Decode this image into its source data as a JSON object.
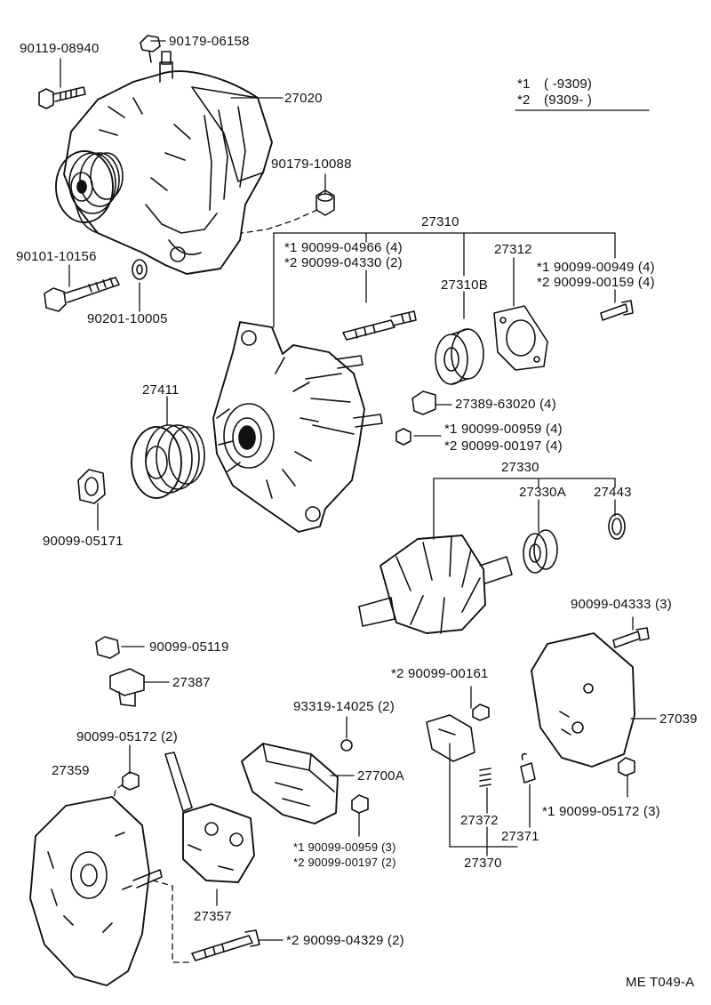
{
  "legend": {
    "row1_mark": "*1",
    "row1_range": "(        -9309)",
    "row2_mark": "*2",
    "row2_range": "(9309-        )"
  },
  "labels": {
    "p90119_08940": "90119-08940",
    "p90179_06158": "90179-06158",
    "p27020": "27020",
    "p90179_10088": "90179-10088",
    "p27310": "27310",
    "p27312": "27312",
    "p90099_04966": "*1  90099-04966 (4)",
    "p90099_04330": "*2  90099-04330 (2)",
    "p90099_00949": "*1  90099-00949 (4)",
    "p90099_00159": "*2  90099-00159 (4)",
    "p90101_10156": "90101-10156",
    "p90201_10005": "90201-10005",
    "p27310B": "27310B",
    "p27389_63020": "27389-63020 (4)",
    "p90099_00959a": "*1  90099-00959 (4)",
    "p90099_00197a": "*2  90099-00197 (4)",
    "p27411": "27411",
    "p27330": "27330",
    "p27330A": "27330A",
    "p27443": "27443",
    "p90099_05171": "90099-05171",
    "p90099_04333": "90099-04333 (3)",
    "p90099_05119": "90099-05119",
    "p27387": "27387",
    "p90099_00161": "*2  90099-00161",
    "p93319_14025": "93319-14025 (2)",
    "p27039": "27039",
    "p90099_05172a": "90099-05172 (2)",
    "p27359": "27359",
    "p27700A": "27700A",
    "p90099_05172b": "*1  90099-05172 (3)",
    "p27372": "27372",
    "p27371": "27371",
    "p90099_00959b": "*1 90099-00959 (3)",
    "p90099_00197b": "*2 90099-00197 (2)",
    "p27370": "27370",
    "p27357": "27357",
    "p90099_04329": "*2  90099-04329 (2)",
    "diagram_code": "ME T049-A"
  }
}
